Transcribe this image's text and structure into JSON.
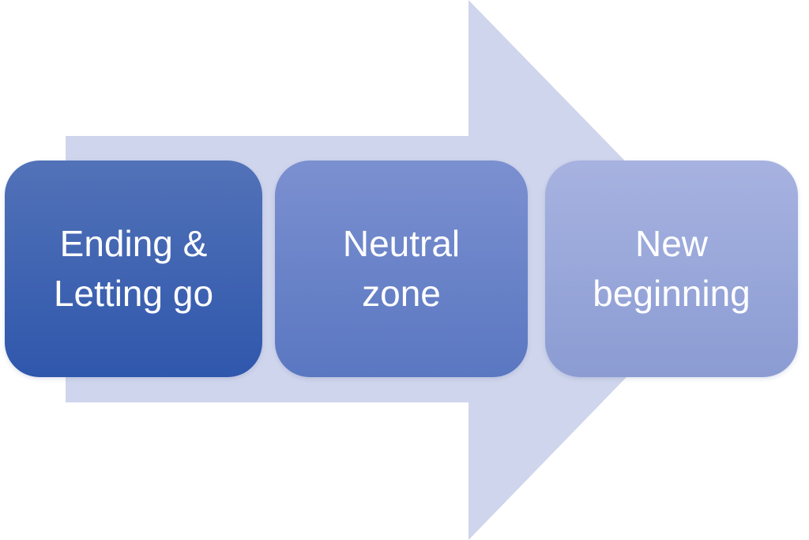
{
  "diagram": {
    "type": "process-arrow",
    "direction": "left-to-right",
    "stages": [
      {
        "id": "ending-letting-go",
        "line1": "Ending &",
        "line2": "Letting go"
      },
      {
        "id": "neutral-zone",
        "line1": "Neutral",
        "line2": "zone"
      },
      {
        "id": "new-beginning",
        "line1": "New",
        "line2": "beginning"
      }
    ],
    "colors": {
      "arrow-fill": "#cfd5ec",
      "stage1-top": "#5272b8",
      "stage1-bottom": "#2f57ac",
      "stage2-top": "#7b90d0",
      "stage2-bottom": "#5a77c1",
      "stage3-top": "#a7b2e0",
      "stage3-bottom": "#8b9cd3",
      "text-color": "#ffffff"
    }
  }
}
